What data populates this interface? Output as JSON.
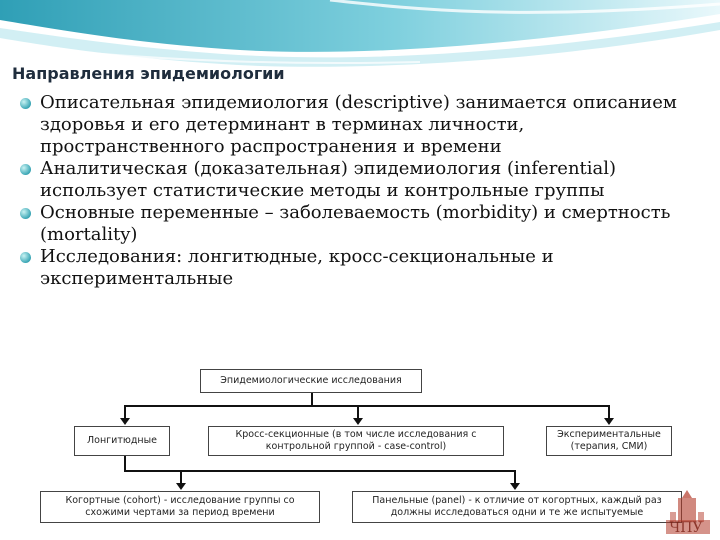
{
  "title": "Направления эпидемиологии",
  "bullets": [
    "Описательная эпидемиология (descriptive) занимается описанием здоровья и его детерминант в терминах личности, пространственного распространения и времени",
    "Аналитическая (доказательная) эпидемиология (inferential) использует статистические методы и контрольные группы",
    "Основные переменные – заболеваемость (morbidity) и смертность (mortality)",
    "Исследования: лонгитюдные, кросс-секциональные и экспериментальные"
  ],
  "diagram": {
    "top": "Эпидемиологические исследования",
    "longitudinal": "Лонгитюдные",
    "cross_sectional_1": "Кросс-секционные (в том числе исследования с",
    "cross_sectional_2": "контрольной группой - case-control)",
    "experimental_1": "Экспериментальные",
    "experimental_2": "(терапия, СМИ)",
    "cohort_1": "Когортные (cohort) - исследование группы со",
    "cohort_2": "схожими чертами за период времени",
    "panel_1": "Панельные (panel) - к отличие от когортных, каждый раз",
    "panel_2": "должны исследоваться одни и те же испытуемые"
  },
  "colors": {
    "header_top": "#3fb0c4",
    "header_light": "#cfeff3",
    "bullet": "#3aa6b5",
    "logo": "#b33a2a"
  },
  "icons": {
    "bullet": "teal-sphere-bullet",
    "logo": "university-logo"
  }
}
